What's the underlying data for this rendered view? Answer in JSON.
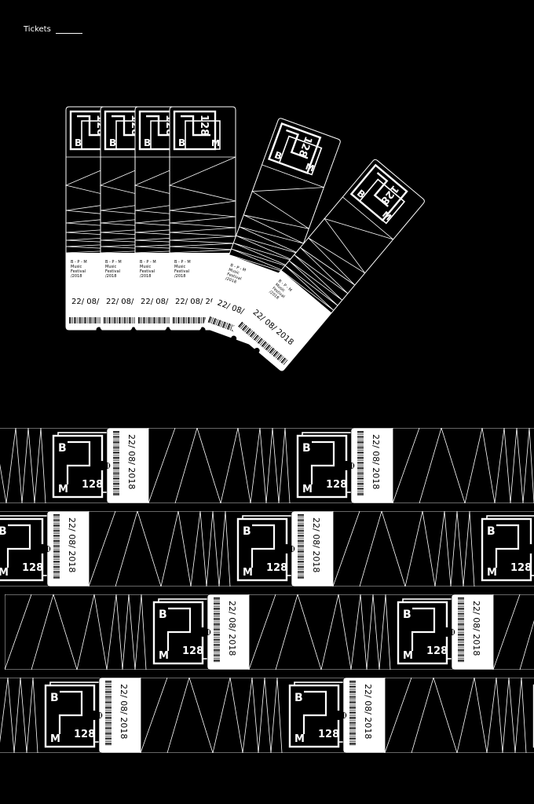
{
  "header": {
    "title": "Tickets"
  },
  "ticket": {
    "brand_letter_top": "B",
    "brand_letter_bottom": "M",
    "code": "128",
    "line1": "B - P - M",
    "line2": "Music",
    "line3": "Festival",
    "line4": "/2018",
    "date": "22/ 08/ 2018"
  },
  "colors": {
    "background": "#000000",
    "ink": "#ffffff"
  }
}
